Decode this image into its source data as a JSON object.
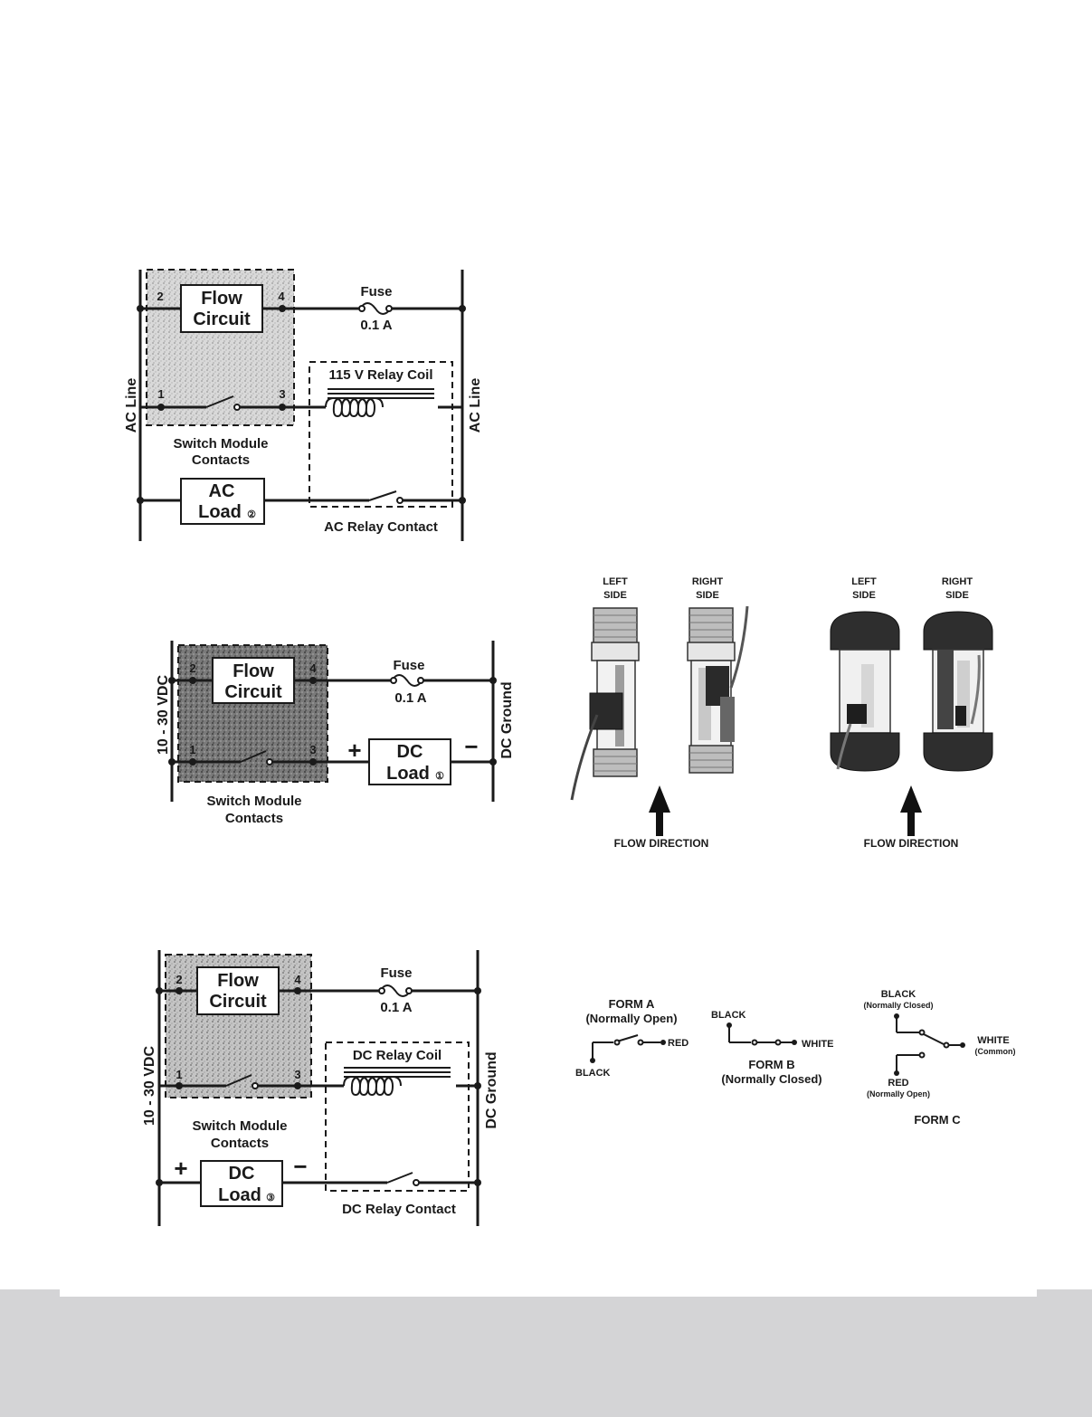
{
  "ac_diagram": {
    "flow_circuit": [
      "Flow",
      "Circuit"
    ],
    "fuse_label": "Fuse",
    "fuse_rating": "0.1 A",
    "coil_label": "115 V Relay Coil",
    "line_left": "AC Line",
    "line_right": "AC Line",
    "switch_module": [
      "Switch Module",
      "Contacts"
    ],
    "load": [
      "AC",
      "Load"
    ],
    "load_note": "②",
    "relay_contact": "AC Relay Contact",
    "terminals": [
      "2",
      "4",
      "1",
      "3"
    ]
  },
  "dc_diagram": {
    "flow_circuit": [
      "Flow",
      "Circuit"
    ],
    "fuse_label": "Fuse",
    "fuse_rating": "0.1 A",
    "supply": "10 - 30 VDC",
    "ground": "DC Ground",
    "switch_module": [
      "Switch Module",
      "Contacts"
    ],
    "load": [
      "DC",
      "Load"
    ],
    "load_note": "①",
    "plus": "+",
    "minus": "−",
    "terminals": [
      "2",
      "4",
      "1",
      "3"
    ]
  },
  "dc_relay_diagram": {
    "flow_circuit": [
      "Flow",
      "Circuit"
    ],
    "fuse_label": "Fuse",
    "fuse_rating": "0.1 A",
    "supply": "10 - 30 VDC",
    "ground": "DC Ground",
    "coil_label": "DC Relay Coil",
    "switch_module": [
      "Switch Module",
      "Contacts"
    ],
    "load": [
      "DC",
      "Load"
    ],
    "load_note": "③",
    "plus": "+",
    "minus": "−",
    "relay_contact": "DC Relay Contact",
    "terminals": [
      "2",
      "4",
      "1",
      "3"
    ]
  },
  "flow_photos": [
    {
      "left": [
        "LEFT",
        "SIDE"
      ],
      "right": [
        "RIGHT",
        "SIDE"
      ],
      "caption": "FLOW DIRECTION"
    },
    {
      "left": [
        "LEFT",
        "SIDE"
      ],
      "right": [
        "RIGHT",
        "SIDE"
      ],
      "caption": "FLOW DIRECTION"
    }
  ],
  "contact_forms": {
    "form_a": {
      "title": "FORM A",
      "subtitle": "(Normally Open)",
      "wire1": "BLACK",
      "wire2": "RED"
    },
    "form_b": {
      "title": "FORM B",
      "subtitle": "(Normally Closed)",
      "wire1": "BLACK",
      "wire2": "WHITE"
    },
    "form_c": {
      "title": "FORM C",
      "black": "BLACK",
      "black_note": "(Normally Closed)",
      "white": "WHITE",
      "white_note": "(Common)",
      "red": "RED",
      "red_note": "(Normally Open)"
    }
  }
}
